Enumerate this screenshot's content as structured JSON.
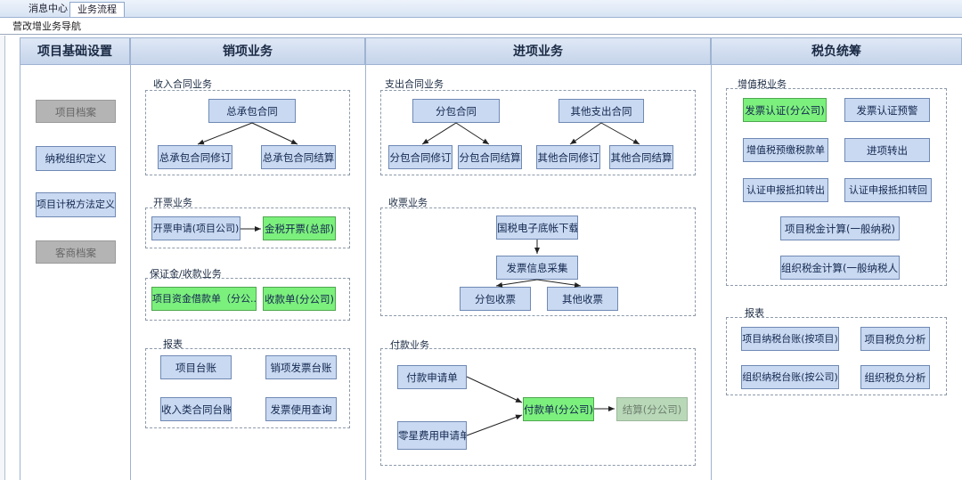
{
  "tabs": [
    "消息中心",
    "业务流程"
  ],
  "subtitle": "营改增业务导航",
  "columns": {
    "basic": "项目基础设置",
    "sales": "销项业务",
    "purchase": "进项业务",
    "tax": "税负统筹"
  },
  "basic": {
    "project_archive": "项目档案",
    "taxpayer_org": "纳税组织定义",
    "tax_method": "项目计税方法定义",
    "customer_archive": "客商档案"
  },
  "sales": {
    "income_contract": {
      "title": "收入合同业务",
      "main": "总承包合同",
      "revise": "总承包合同修订",
      "settle": "总承包合同结算"
    },
    "invoicing": {
      "title": "开票业务",
      "apply": "开票申请(项目公司)",
      "golden_tax": "金税开票(总部)"
    },
    "deposit": {
      "title": "保证金/收款业务",
      "loan": "项目资金借款单（分公...",
      "receipt": "收款单(分公司)"
    },
    "reports": {
      "title": "报表",
      "project_ledger": "项目台账",
      "sales_invoice_ledger": "销项发票台账",
      "income_contract_ledger": "收入类合同台账",
      "invoice_query": "发票使用查询"
    }
  },
  "purchase": {
    "expense_contract": {
      "title": "支出合同业务",
      "subcontract": "分包合同",
      "other": "其他支出合同",
      "sub_revise": "分包合同修订",
      "sub_settle": "分包合同结算",
      "other_revise": "其他合同修订",
      "other_settle": "其他合同结算"
    },
    "receiving": {
      "title": "收票业务",
      "download": "国税电子底帐下载",
      "collect": "发票信息采集",
      "sub_receive": "分包收票",
      "other_receive": "其他收票"
    },
    "payment": {
      "title": "付款业务",
      "payment_request": "付款申请单",
      "misc_request": "零星费用申请单",
      "payment_order": "付款单(分公司)",
      "settlement": "结算(分公司)"
    }
  },
  "tax": {
    "vat": {
      "title": "增值税业务",
      "cert": "发票认证(分公司)",
      "cert_warning": "发票认证预警",
      "prepay": "增值税预缴税款单",
      "transfer_out": "进项转出",
      "deduct_transfer": "认证申报抵扣转出",
      "deduct_return": "认证申报抵扣转回",
      "project_tax": "项目税金计算(一般纳税)",
      "org_tax": "组织税金计算(一般纳税人)"
    },
    "reports": {
      "title": "报表",
      "project_ledger": "项目纳税台账(按项目)",
      "project_analysis": "项目税负分析",
      "org_ledger": "组织纳税台账(按公司)",
      "org_analysis": "组织税负分析"
    }
  }
}
